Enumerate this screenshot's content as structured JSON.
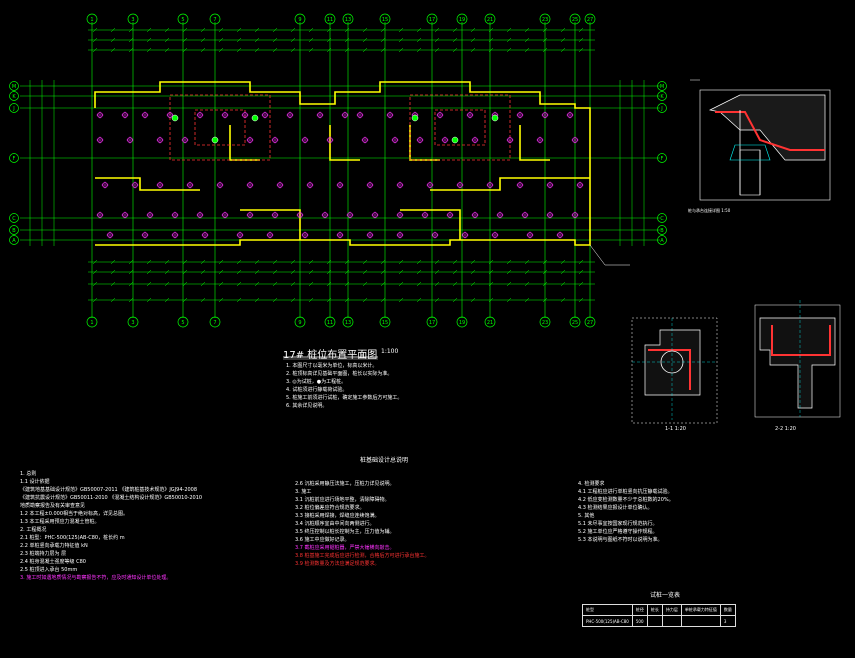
{
  "drawing": {
    "title": "17# 桩位布置平面图",
    "scale": "1:100",
    "spec_title": "桩基础设计总说明"
  },
  "axes": {
    "top": [
      "1",
      "3",
      "5",
      "7",
      "9",
      "11",
      "13",
      "15",
      "17",
      "19",
      "21",
      "23",
      "25",
      "27"
    ],
    "left": [
      "M",
      "K",
      "J",
      "F",
      "C",
      "B",
      "A"
    ],
    "right": [
      "M",
      "K",
      "J",
      "F",
      "C",
      "B",
      "A"
    ]
  },
  "plan_notes": [
    "1. 本图尺寸以毫米为单位，标高以米计。",
    "2. 桩顶标高详见基础平面图，桩长以实际为准。",
    "3. ◎为试桩，●为工程桩。",
    "4. 试桩须进行静载荷试验。",
    "5. 桩施工前须进行试桩，确定施工参数后方可施工。",
    "6. 其余详见说明。"
  ],
  "col1": {
    "head": "1. 总则",
    "lines": [
      "1.1 设计依据",
      "《建筑地基基础设计规范》GB50007-2011   《建筑桩基技术规范》JGJ94-2008",
      "《建筑抗震设计规范》GB50011-2010   《混凝土结构设计规范》GB50010-2010",
      "地质勘察报告及有关审查意见",
      "1.2 本工程±0.000相当于绝对标高，详见总图。",
      "1.3 本工程采用预应力混凝土管桩。",
      "2. 工程概况",
      "2.1 桩型：PHC-500(125)AB-C80，桩长约 m",
      "2.2 单桩竖向承载力特征值 kN",
      "2.3 桩端持力层为 层",
      "2.4 桩身混凝土强度等级 C80",
      "2.5 桩顶进入承台 50mm"
    ],
    "mag": "3. 施工时如遇地质情况与勘察报告不符，应及时通知设计单位处理。"
  },
  "col2": {
    "lines": [
      "2.6 沉桩采用静压法施工，压桩力详见说明。",
      "3. 施工",
      "3.1 沉桩前应进行场地平整，清除障碍物。",
      "3.2 桩位偏差应符合规范要求。",
      "3.3 接桩采用焊接，焊缝应连续饱满。",
      "3.4 沉桩顺序宜由中间向两侧进行。",
      "3.5 终压控制以桩长控制为主，压力值为辅。",
      "3.6 施工中应做好记录。"
    ],
    "mag": "3.7 截桩应采用锯桩器，严禁大锤横向敲击。",
    "red": [
      "3.8 桩基施工完成后应进行检测，合格后方可进行承台施工。",
      "3.9 检测数量及方法应满足规范要求。"
    ]
  },
  "col3": {
    "lines": [
      "4. 检测要求",
      "4.1 工程桩应进行单桩竖向抗压静载试验。",
      "4.2 低应变检测数量不少于总桩数的20%。",
      "4.3 检测结果应报设计单位确认。",
      "5. 其他",
      "5.1 未尽事宜按国家现行规范执行。",
      "5.2 施工单位应严格遵守操作规程。",
      "5.3 本说明与图纸不符时以说明为准。"
    ]
  },
  "legend_table": {
    "title": "试桩一览表",
    "header": [
      "桩型",
      "桩径",
      "桩长",
      "持力层",
      "单桩承载力特征值",
      "数量"
    ],
    "row": [
      "PHC-500(125)AB-C80",
      "500",
      "",
      "",
      "",
      "3"
    ]
  },
  "details": {
    "d1": "桩与承台连接详图 1:50",
    "d2": "1-1 1:20",
    "d3": "2-2 1:20"
  },
  "colors": {
    "grid": "#00ff00",
    "wall": "#ffff00",
    "pile": "#ff33ff",
    "red": "#ff3333",
    "cyan": "#00ffff",
    "bg": "#000000"
  }
}
